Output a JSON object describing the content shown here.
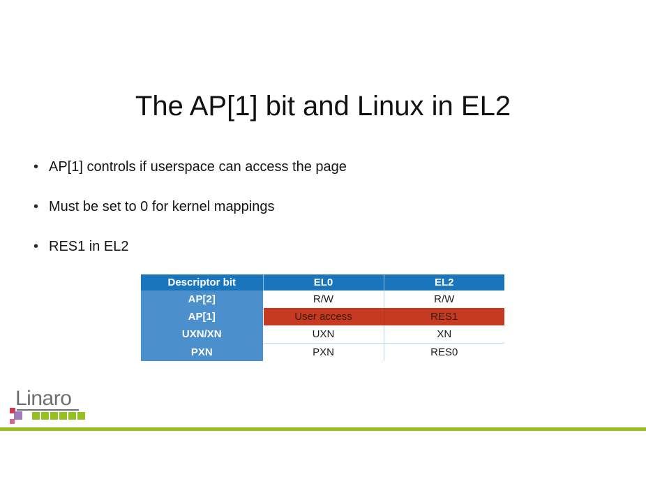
{
  "slide": {
    "title": "The AP[1] bit and Linux in EL2",
    "bullet_char": "•",
    "bullets": [
      "AP[1] controls if userspace can access the page",
      "Must be set to 0 for kernel mappings",
      "RES1 in EL2"
    ]
  },
  "table": {
    "headers": [
      "Descriptor bit",
      "EL0",
      "EL2"
    ],
    "rows": [
      {
        "label": "AP[2]",
        "el0": "R/W",
        "el2": "R/W",
        "highlighted": false
      },
      {
        "label": "AP[1]",
        "el0": "User access",
        "el2": "RES1",
        "highlighted": true
      },
      {
        "label": "UXN/XN",
        "el0": "UXN",
        "el2": "XN",
        "highlighted": false
      },
      {
        "label": "PXN",
        "el0": "PXN",
        "el2": "RES0",
        "highlighted": false
      }
    ]
  },
  "footer": {
    "logo_text": "Linaro"
  },
  "colors": {
    "header_blue": "#1b75bc",
    "row_label_blue": "#4b8fcd",
    "highlight_red": "#c53a20",
    "highlight_text": "#3c1c10",
    "grid_light_blue": "#b3d7ec",
    "linaro_green": "#95c11f",
    "logo_gray": "#6d6e71"
  }
}
